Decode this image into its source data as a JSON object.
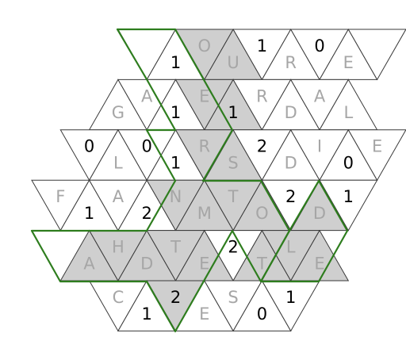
{
  "puzzle": {
    "rows": [
      [
        {
          "t": "",
          "s": 0
        },
        {
          "t": "1",
          "s": 0
        },
        {
          "t": "O",
          "s": 1
        },
        {
          "t": "U",
          "s": 1
        },
        {
          "t": "1",
          "s": 0
        },
        {
          "t": "R",
          "s": 0
        },
        {
          "t": "0",
          "s": 0
        },
        {
          "t": "E",
          "s": 0
        },
        {
          "t": "",
          "s": 0
        }
      ],
      [
        {
          "t": "G",
          "s": 0
        },
        {
          "t": "A",
          "s": 0
        },
        {
          "t": "1",
          "s": 0
        },
        {
          "t": "E",
          "s": 1
        },
        {
          "t": "1",
          "s": 1
        },
        {
          "t": "R",
          "s": 0
        },
        {
          "t": "D",
          "s": 0
        },
        {
          "t": "A",
          "s": 0
        },
        {
          "t": "L",
          "s": 0
        }
      ],
      [
        {
          "t": "0",
          "s": 0
        },
        {
          "t": "L",
          "s": 0
        },
        {
          "t": "0",
          "s": 0
        },
        {
          "t": "1",
          "s": 0
        },
        {
          "t": "R",
          "s": 1
        },
        {
          "t": "S",
          "s": 1
        },
        {
          "t": "2",
          "s": 0
        },
        {
          "t": "D",
          "s": 0
        },
        {
          "t": "I",
          "s": 0
        },
        {
          "t": "0",
          "s": 0
        },
        {
          "t": "E",
          "s": 0
        }
      ],
      [
        {
          "t": "F",
          "s": 0
        },
        {
          "t": "1",
          "s": 0
        },
        {
          "t": "A",
          "s": 0
        },
        {
          "t": "2",
          "s": 0
        },
        {
          "t": "N",
          "s": 1
        },
        {
          "t": "M",
          "s": 1
        },
        {
          "t": "T",
          "s": 1
        },
        {
          "t": "O",
          "s": 1
        },
        {
          "t": "2",
          "s": 0
        },
        {
          "t": "D",
          "s": 1
        },
        {
          "t": "1",
          "s": 0
        }
      ],
      [
        {
          "t": "A",
          "s": 1
        },
        {
          "t": "H",
          "s": 1
        },
        {
          "t": "D",
          "s": 1
        },
        {
          "t": "T",
          "s": 1
        },
        {
          "t": "E",
          "s": 1
        },
        {
          "t": "2",
          "s": 0
        },
        {
          "t": "T",
          "s": 1
        },
        {
          "t": "L",
          "s": 1
        },
        {
          "t": "E",
          "s": 1
        }
      ],
      [
        {
          "t": "C",
          "s": 0
        },
        {
          "t": "1",
          "s": 0
        },
        {
          "t": "2",
          "s": 1
        },
        {
          "t": "E",
          "s": 0
        },
        {
          "t": "S",
          "s": 0
        },
        {
          "t": "0",
          "s": 0
        },
        {
          "t": "1",
          "s": 0
        }
      ]
    ],
    "colors": {
      "shaded": "#cfcfcf",
      "empty": "#ffffff",
      "line": "#3a3a3a",
      "region_border": "#2e7d1e",
      "letter_text": "#a6a6a6",
      "number_text": "#000000"
    }
  }
}
